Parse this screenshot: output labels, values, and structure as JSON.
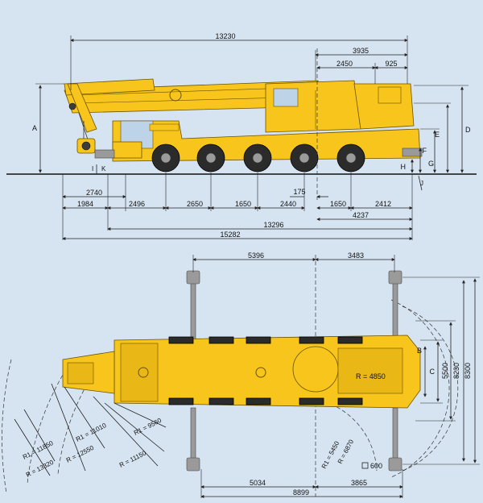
{
  "side_view": {
    "overall_length": "13230",
    "rear_overall": "3935",
    "rear_a": "2450",
    "rear_b": "925",
    "label_a": "A",
    "label_d": "D",
    "label_e": "E",
    "label_f": "F",
    "label_g": "G",
    "label_h": "H",
    "label_i": "I",
    "label_j": "J",
    "label_k": "K",
    "front_2740": "2740",
    "small_175": "175",
    "d1984": "1984",
    "d2496": "2496",
    "d2650": "2650",
    "d1650a": "1650",
    "d2440": "2440",
    "d1650b": "1650",
    "d2412": "2412",
    "d4237": "4237",
    "d13296": "13296",
    "d15282": "15282"
  },
  "plan_view": {
    "top_left": "5396",
    "top_right": "3483",
    "right_b": "B",
    "right_c": "C",
    "right_5500": "5500",
    "right_8230": "8230",
    "right_8300": "8300",
    "r4850": "R = 4850",
    "r1_9560": "R1 = 9560",
    "r1_11010": "R1 = 11010",
    "r_11150": "R = 11150",
    "r_12550": "R = 12550",
    "r1_11850": "R1 = 11850",
    "r_13320": "R = 13320",
    "r1_5450": "R1 = 5450",
    "r_6870": "R = 6870",
    "pad_600": "600",
    "bottom_left": "5034",
    "bottom_right": "3865",
    "bottom_total": "8899"
  },
  "colors": {
    "body": "#f7c51c",
    "background": "#d6e4f2"
  }
}
